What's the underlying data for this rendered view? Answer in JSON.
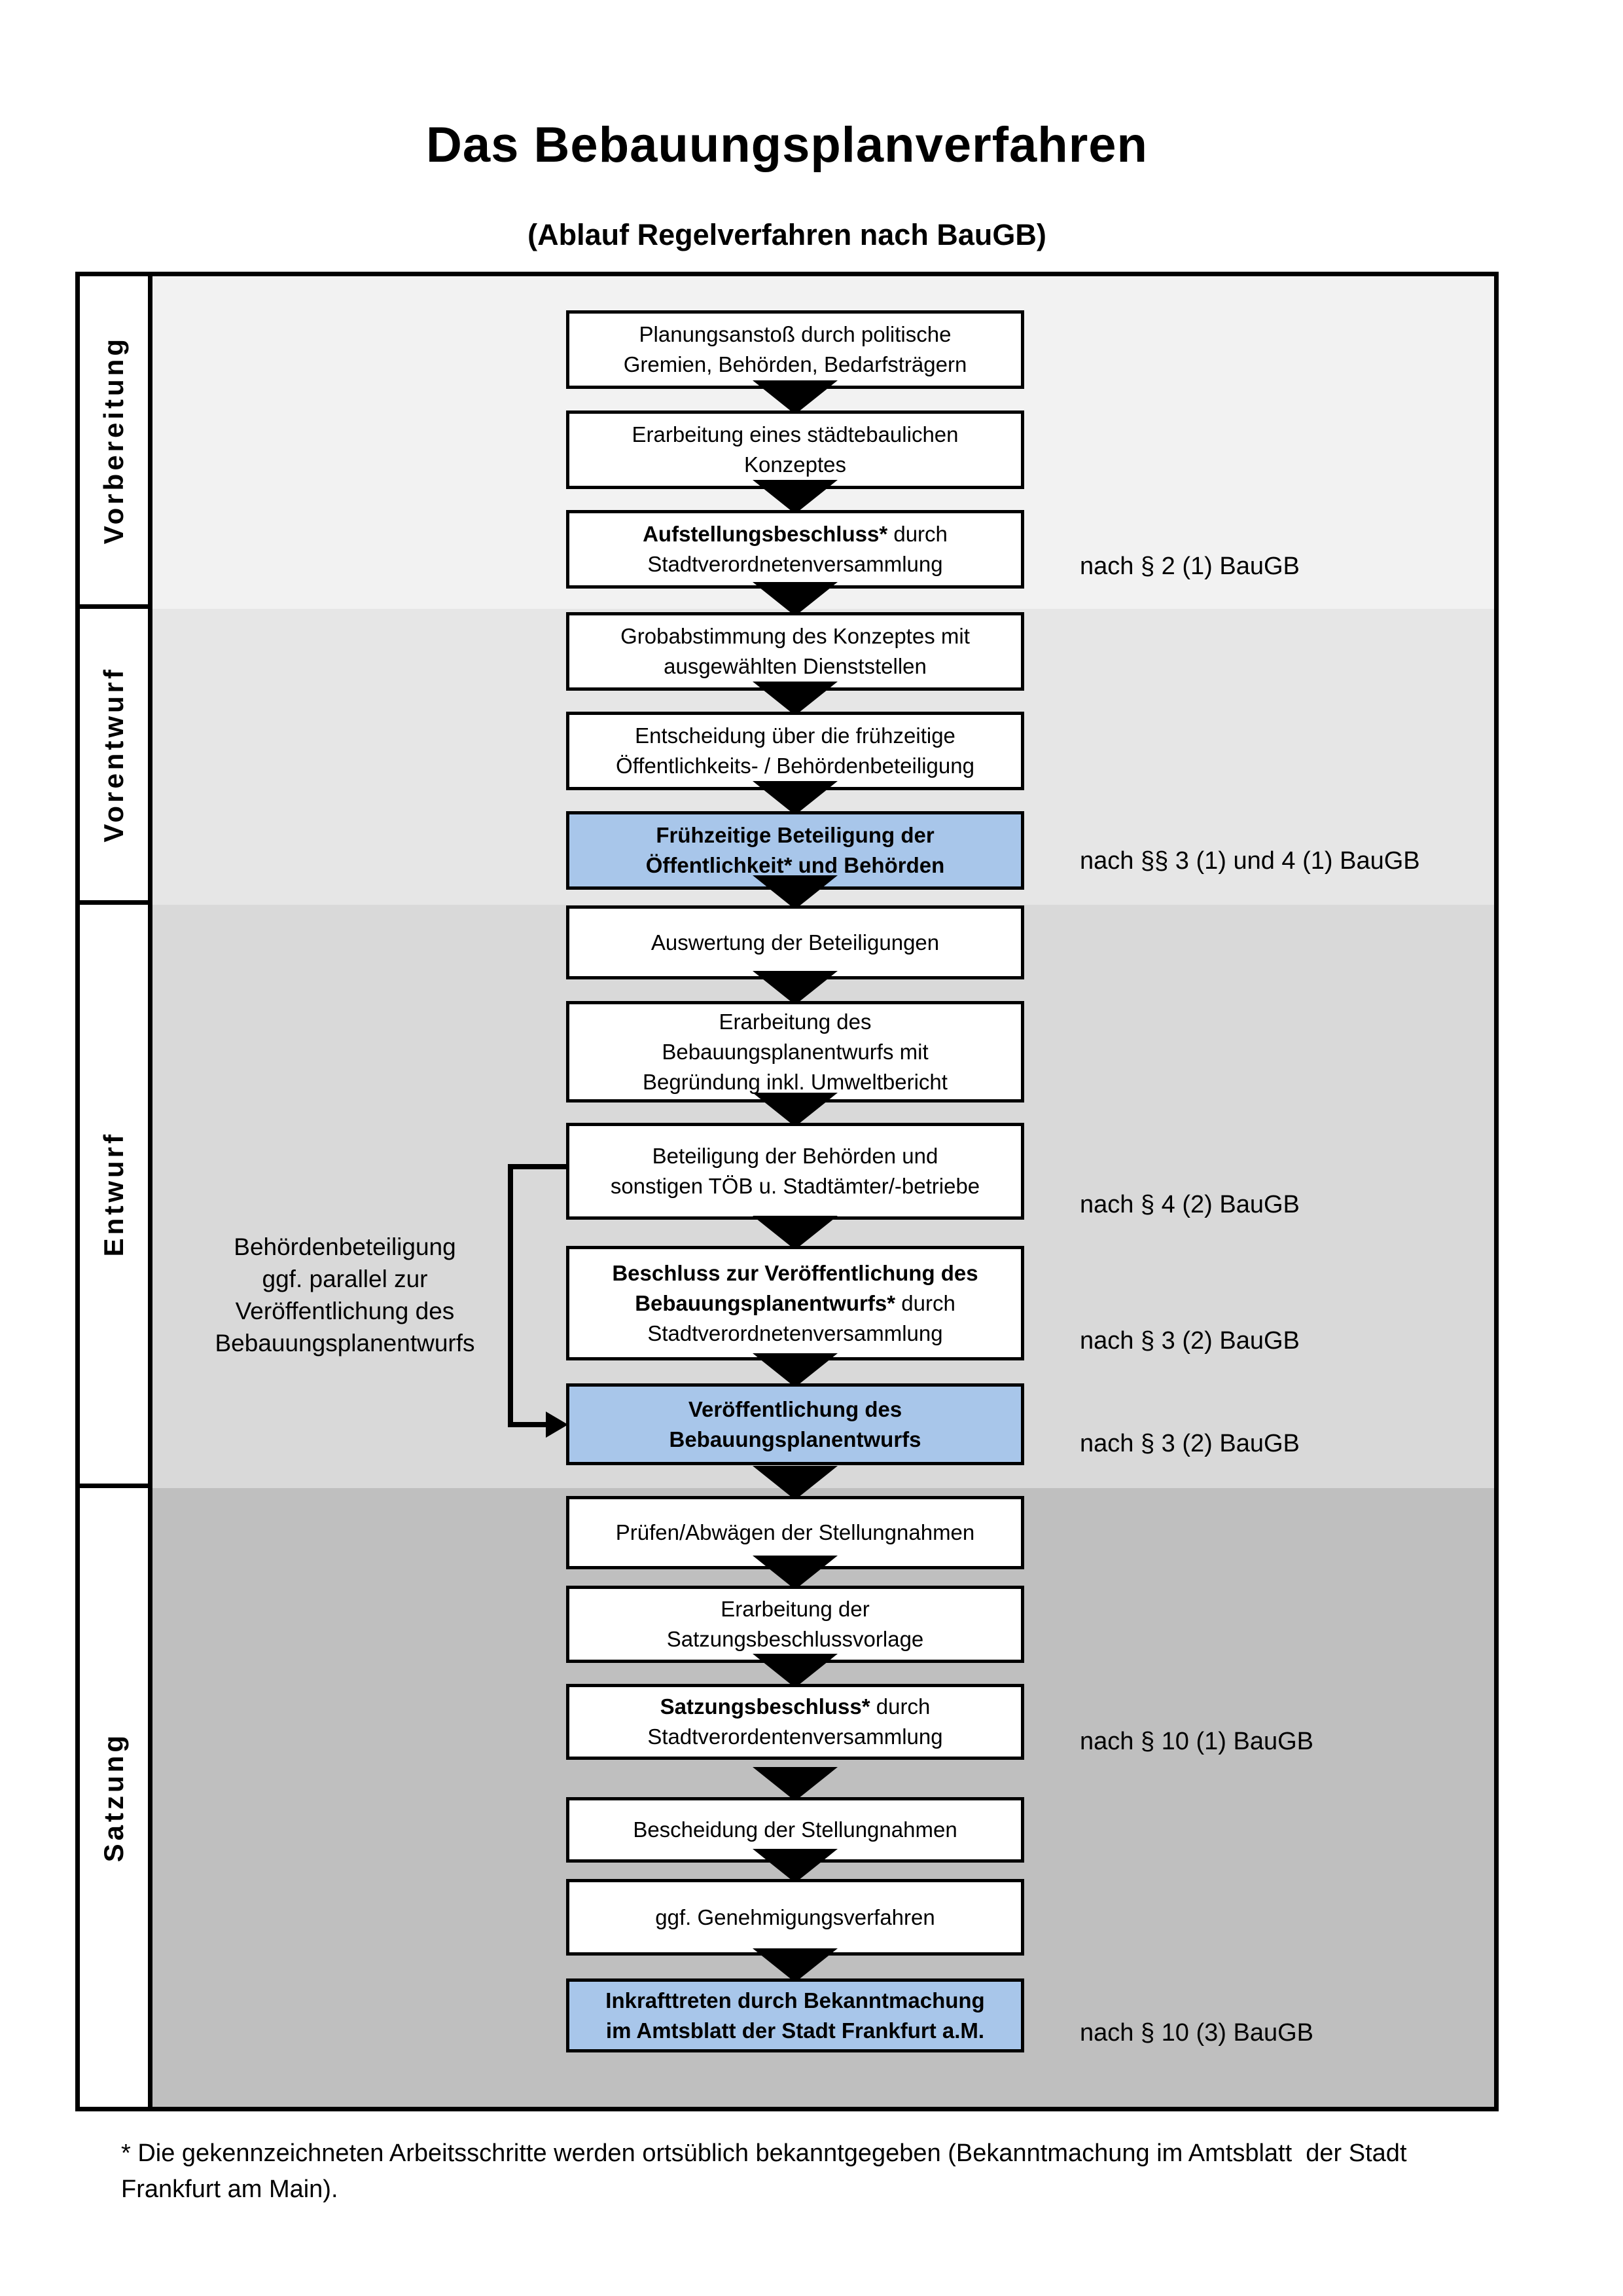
{
  "page": {
    "title": "Das Bebauungsplanverfahren",
    "subtitle": "(Ablauf Regelverfahren nach BauGB)",
    "footnote": "* Die gekennzeichneten Arbeitsschritte werden ortsüblich bekanntgegeben (Bekanntmachung im Amtsblatt  der Stadt\nFrankfurt am Main)."
  },
  "phases": [
    {
      "label": "Vorbereitung"
    },
    {
      "label": "Vorentwurf"
    },
    {
      "label": "Entwurf"
    },
    {
      "label": "Satzung"
    }
  ],
  "side_note": "Behördenbeteiligung\nggf. parallel zur\nVeröffentlichung des\nBebauungsplanentwurfs",
  "boxes": [
    {
      "id": "planungsanstoss",
      "highlight": false,
      "lines": [
        [
          {
            "t": "Planungsanstoß durch politische"
          }
        ],
        [
          {
            "t": "Gremien, Behörden, Bedarfsträgern"
          }
        ]
      ]
    },
    {
      "id": "staedtebauliches-konzept",
      "highlight": false,
      "lines": [
        [
          {
            "t": "Erarbeitung eines städtebaulichen"
          }
        ],
        [
          {
            "t": "Konzeptes"
          }
        ]
      ]
    },
    {
      "id": "aufstellungsbeschluss",
      "highlight": false,
      "lines": [
        [
          {
            "t": "Aufstellungsbeschluss*",
            "b": true
          },
          {
            "t": " durch"
          }
        ],
        [
          {
            "t": "Stadtverordnetenversammlung"
          }
        ]
      ]
    },
    {
      "id": "grobabstimmung",
      "highlight": false,
      "lines": [
        [
          {
            "t": "Grobabstimmung des Konzeptes mit"
          }
        ],
        [
          {
            "t": "ausgewählten Dienststellen"
          }
        ]
      ]
    },
    {
      "id": "entscheidung-fruehzeitige-beteiligung",
      "highlight": false,
      "lines": [
        [
          {
            "t": "Entscheidung über die frühzeitige"
          }
        ],
        [
          {
            "t": "Öffentlichkeits- / Behördenbeteiligung"
          }
        ]
      ]
    },
    {
      "id": "fruehzeitige-beteiligung",
      "highlight": true,
      "lines": [
        [
          {
            "t": "Frühzeitige Beteiligung der"
          }
        ],
        [
          {
            "t": "Öffentlichkeit* und Behörden"
          }
        ]
      ]
    },
    {
      "id": "auswertung-beteiligungen",
      "highlight": false,
      "lines": [
        [
          {
            "t": "Auswertung der Beteiligungen"
          }
        ]
      ]
    },
    {
      "id": "erarbeitung-entwurf",
      "highlight": false,
      "lines": [
        [
          {
            "t": "Erarbeitung des"
          }
        ],
        [
          {
            "t": "Bebauungsplanentwurfs mit"
          }
        ],
        [
          {
            "t": "Begründung inkl. Umweltbericht"
          }
        ]
      ]
    },
    {
      "id": "behoerdenbeteiligung",
      "highlight": false,
      "lines": [
        [
          {
            "t": "Beteiligung der Behörden und"
          }
        ],
        [
          {
            "t": "sonstigen TÖB u. Stadtämter/-betriebe"
          }
        ]
      ]
    },
    {
      "id": "beschluss-veroeffentlichung",
      "highlight": false,
      "lines": [
        [
          {
            "t": "Beschluss zur Veröffentlichung des",
            "b": true
          }
        ],
        [
          {
            "t": "Bebauungsplanentwurfs*",
            "b": true
          },
          {
            "t": " durch"
          }
        ],
        [
          {
            "t": "Stadtverordnetenversammlung"
          }
        ]
      ]
    },
    {
      "id": "veroeffentlichung-entwurf",
      "highlight": true,
      "lines": [
        [
          {
            "t": "Veröffentlichung des"
          }
        ],
        [
          {
            "t": "Bebauungsplanentwurfs"
          }
        ]
      ]
    },
    {
      "id": "pruefen-abwaegen",
      "highlight": false,
      "lines": [
        [
          {
            "t": "Prüfen/Abwägen der Stellungnahmen"
          }
        ]
      ]
    },
    {
      "id": "satzungsbeschlussvorlage",
      "highlight": false,
      "lines": [
        [
          {
            "t": "Erarbeitung der"
          }
        ],
        [
          {
            "t": "Satzungsbeschlussvorlage"
          }
        ]
      ]
    },
    {
      "id": "satzungsbeschluss",
      "highlight": false,
      "lines": [
        [
          {
            "t": "Satzungsbeschluss*",
            "b": true
          },
          {
            "t": " durch"
          }
        ],
        [
          {
            "t": "Stadtverordentenversammlung"
          }
        ]
      ]
    },
    {
      "id": "bescheidung-stellungnahmen",
      "highlight": false,
      "lines": [
        [
          {
            "t": "Bescheidung der Stellungnahmen"
          }
        ]
      ]
    },
    {
      "id": "genehmigungsverfahren",
      "highlight": false,
      "lines": [
        [
          {
            "t": "ggf. Genehmigungsverfahren"
          }
        ]
      ]
    },
    {
      "id": "inkrafttreten",
      "highlight": true,
      "lines": [
        [
          {
            "t": "Inkrafttreten",
            "b": true
          },
          {
            "t": " durch Bekanntmachung"
          }
        ],
        [
          {
            "t": "im Amtsblatt der Stadt Frankfurt a.M."
          }
        ]
      ]
    }
  ],
  "annotations": [
    {
      "text": "nach § 2 (1) BauGB"
    },
    {
      "text": "nach §§ 3 (1) und 4 (1) BauGB"
    },
    {
      "text": "nach § 4 (2) BauGB"
    },
    {
      "text": "nach § 3 (2) BauGB"
    },
    {
      "text": "nach § 3 (2) BauGB"
    },
    {
      "text": "nach § 10 (1) BauGB"
    },
    {
      "text": "nach § 10 (3) BauGB"
    }
  ],
  "colors": {
    "highlight_blue": "#a8c6ea",
    "band_vorbereitung": "#f2f2f2",
    "band_vorentwurf": "#e6e6e6",
    "band_entwurf": "#d9d9d9",
    "band_satzung": "#bfbfbf",
    "line_black": "#000000"
  }
}
